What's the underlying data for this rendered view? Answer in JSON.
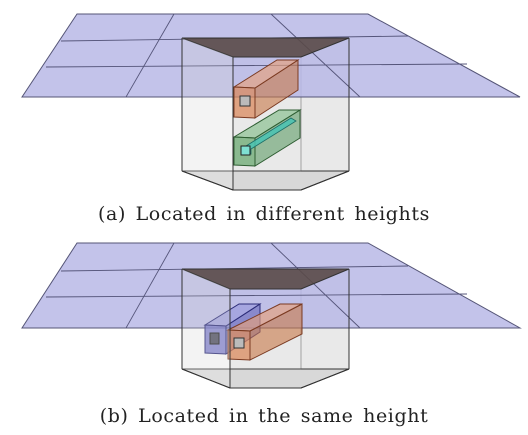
{
  "figure": {
    "panels": [
      {
        "id": "a",
        "caption": "(a) Located in different heights"
      },
      {
        "id": "b",
        "caption": "(b) Located in the same height"
      }
    ]
  },
  "colors": {
    "slab_fill": "#b9b9e6",
    "slab_edge": "#555577",
    "volume_fill": "#d0d0d0",
    "volume_edge": "#333333",
    "opening_fill": "#5a4a48",
    "duct_orange": "#d98a5e",
    "duct_green": "#6aa870",
    "duct_teal": "#49c3b3",
    "duct_blue": "#7070c8"
  }
}
